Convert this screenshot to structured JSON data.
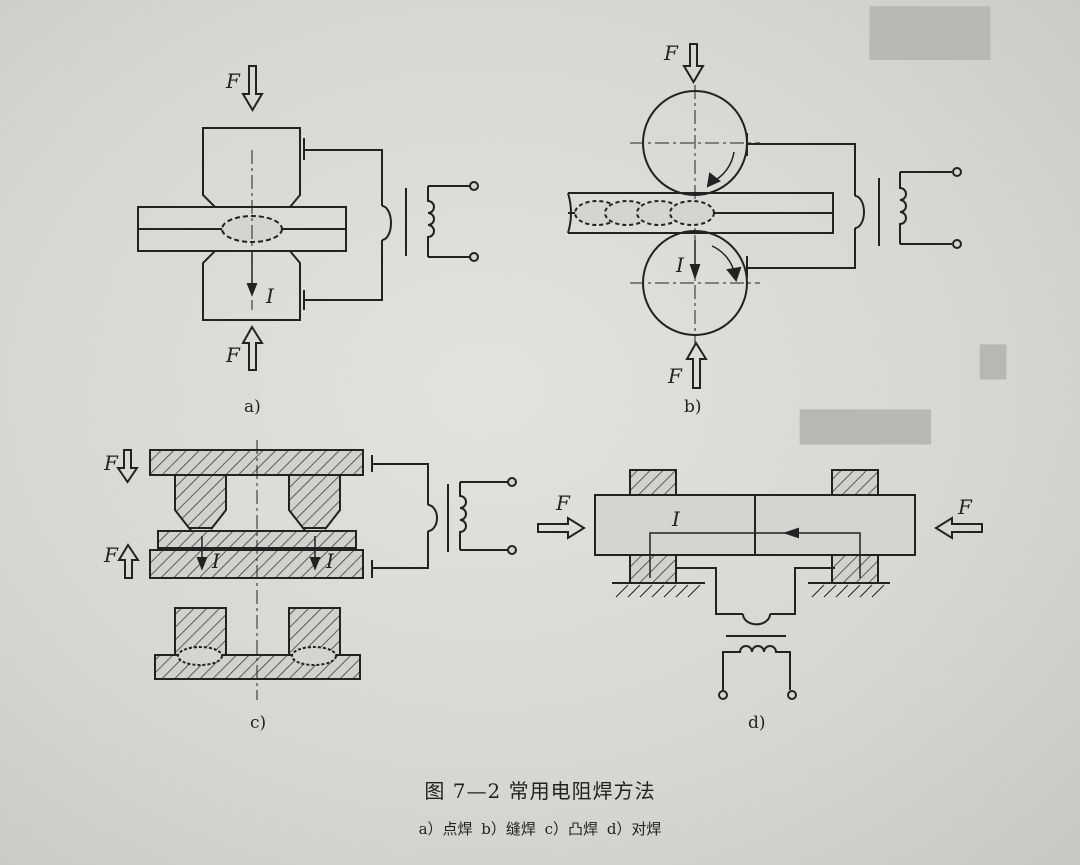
{
  "labels": {
    "force": "F",
    "current": "I"
  },
  "panels": {
    "a": "a)",
    "b": "b)",
    "c": "c)",
    "d": "d)"
  },
  "caption": {
    "title": "图 7—2   常用电阻焊方法",
    "subtitle": "a）点焊   b）缝焊   c）凸焊   d）对焊"
  }
}
